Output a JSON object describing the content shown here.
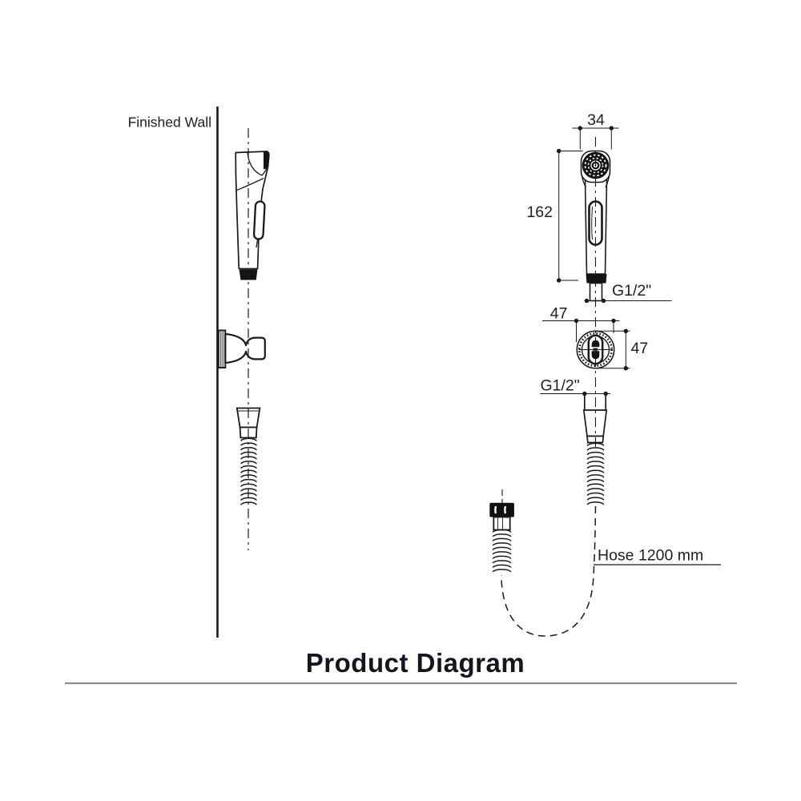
{
  "labels": {
    "finished_wall": "Finished Wall",
    "title": "Product Diagram"
  },
  "dimensions": {
    "head_width_mm": "34",
    "sprayer_height_mm": "162",
    "bracket_width_mm": "47",
    "bracket_depth_mm": "47",
    "thread_size_top": "G1/2\"",
    "thread_size_bottom": "G1/2\"",
    "hose_length": "Hose 1200 mm"
  },
  "colors": {
    "line": "#1a1a1a",
    "fill_dark": "#141414",
    "divider": "#8c8c8c",
    "background": "#ffffff",
    "text": "#1f1f1f"
  }
}
